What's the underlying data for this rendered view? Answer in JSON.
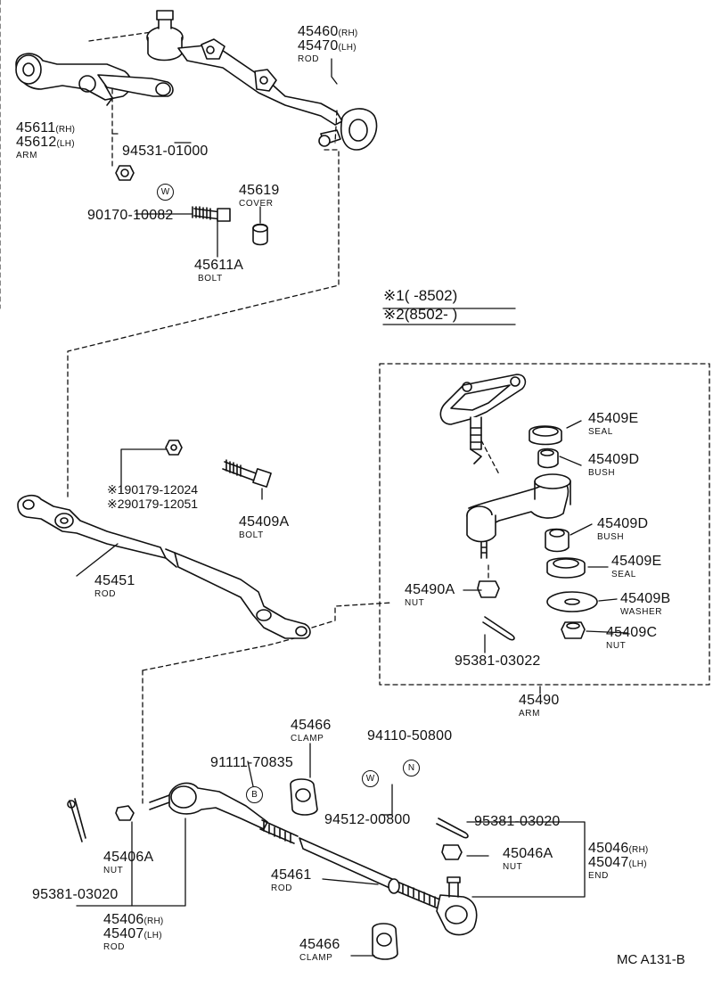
{
  "diagram_code": "MC  A131-B",
  "variants": [
    {
      "marker": "※1",
      "range": "(      -8502)"
    },
    {
      "marker": "※2",
      "range": "(8502-        )"
    }
  ],
  "parts": {
    "p45460": {
      "line1": "45460",
      "s1": "(RH)",
      "line2": "45470",
      "s2": "(LH)",
      "desc": "ROD"
    },
    "p45611": {
      "line1": "45611",
      "s1": "(RH)",
      "line2": "45612",
      "s2": "(LH)",
      "desc": "ARM"
    },
    "p94531": {
      "num": "94531-01000"
    },
    "p90170": {
      "num": "90170-10082"
    },
    "p45619": {
      "num": "45619",
      "desc": "COVER"
    },
    "p45611A": {
      "num": "45611A",
      "desc": "BOLT"
    },
    "p90179": {
      "line1": "90179-12024",
      "m1": "※1",
      "line2": "90179-12051",
      "m2": "※2"
    },
    "p45409A": {
      "num": "45409A",
      "desc": "BOLT"
    },
    "p45451": {
      "num": "45451",
      "desc": "ROD"
    },
    "p45490A": {
      "num": "45490A",
      "desc": "NUT"
    },
    "p95381b": {
      "num": "95381-03022"
    },
    "p45409E1": {
      "num": "45409E",
      "desc": "SEAL"
    },
    "p45409D1": {
      "num": "45409D",
      "desc": "BUSH"
    },
    "p45409D2": {
      "num": "45409D",
      "desc": "BUSH"
    },
    "p45409E2": {
      "num": "45409E",
      "desc": "SEAL"
    },
    "p45409B": {
      "num": "45409B",
      "desc": "WASHER"
    },
    "p45409C": {
      "num": "45409C",
      "desc": "NUT"
    },
    "p45490": {
      "num": "45490",
      "desc": "ARM"
    },
    "p45466a": {
      "num": "45466",
      "desc": "CLAMP"
    },
    "p94110": {
      "num": "94110-50800"
    },
    "p91111": {
      "num": "91111-70835"
    },
    "p94512": {
      "num": "94512-00800"
    },
    "p95381c": {
      "num": "95381-03020"
    },
    "p45406A": {
      "num": "45406A",
      "desc": "NUT"
    },
    "p45046A": {
      "num": "45046A",
      "desc": "NUT"
    },
    "p45046": {
      "line1": "45046",
      "s1": "(RH)",
      "line2": "45047",
      "s2": "(LH)",
      "desc": "END"
    },
    "p45461": {
      "num": "45461",
      "desc": "ROD"
    },
    "p95381d": {
      "num": "95381-03020"
    },
    "p45406": {
      "line1": "45406",
      "s1": "(RH)",
      "line2": "45407",
      "s2": "(LH)",
      "desc": "ROD"
    },
    "p45466b": {
      "num": "45466",
      "desc": "CLAMP"
    }
  },
  "marks": {
    "w1": "W",
    "w2": "W",
    "b": "B",
    "n": "N"
  }
}
